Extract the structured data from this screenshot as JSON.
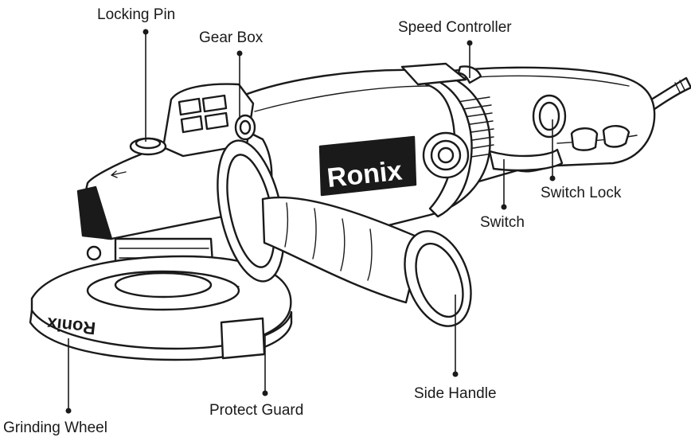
{
  "labels": {
    "locking_pin": "Locking Pin",
    "gear_box": "Gear Box",
    "speed_controller": "Speed Controller",
    "switch_lock": "Switch Lock",
    "switch": "Switch",
    "side_handle": "Side Handle",
    "protect_guard": "Protect Guard",
    "grinding_wheel": "Grinding Wheel"
  },
  "branding": {
    "body_logo": "Ronix",
    "wheel_logo": "Ronix"
  }
}
